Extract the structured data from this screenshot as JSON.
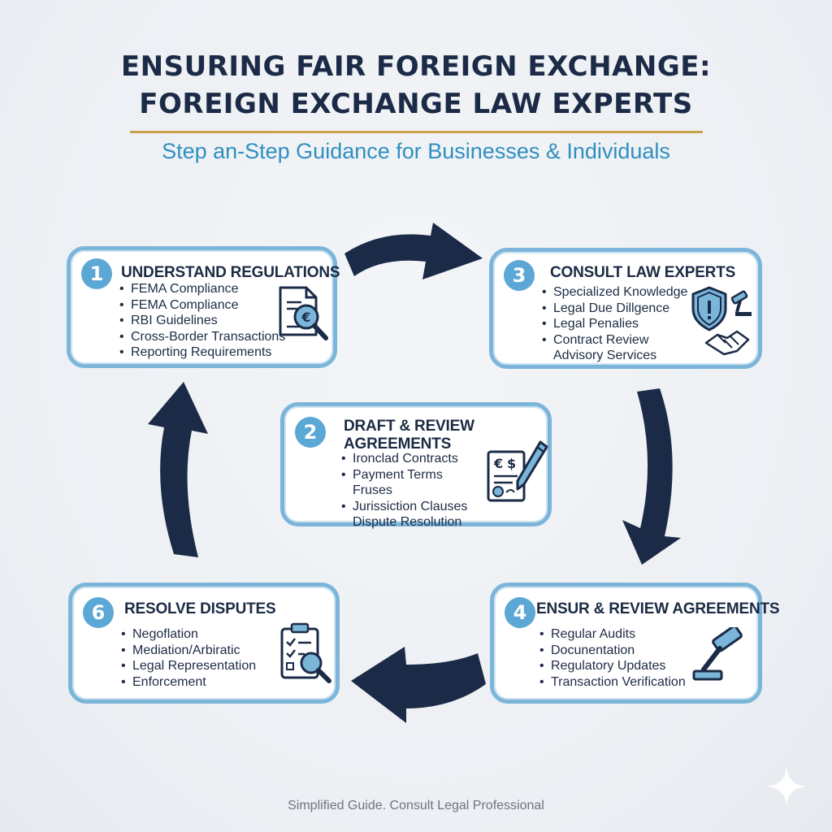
{
  "header": {
    "title_line1": "ENSURING FAIR FOREIGN EXCHANGE:",
    "title_line2": "FOREIGN EXCHANGE LAW EXPERTS",
    "subtitle": "Step an-Step Guidance for Businesses & Individuals"
  },
  "colors": {
    "navy": "#1b2b47",
    "card_border": "#7bb5da",
    "badge": "#5ba7d5",
    "gold_rule": "#c9a24a",
    "subtitle": "#2f8fbf"
  },
  "steps": [
    {
      "number": "1",
      "title": "UNDERSTAND REGULATIONS",
      "icon": "document-search-icon",
      "items": [
        "FEMA Compliance",
        "FEMA Compliance",
        "RBI Guidelines",
        "Cross-Border Transactions",
        "Reporting Requirements"
      ]
    },
    {
      "number": "2",
      "title": "DRAFT & REVIEW AGREEMENTS",
      "icon": "contract-pen-icon",
      "items": [
        "Ironclad Contracts",
        "Payment Terms",
        "Fruses",
        "Jurissiction Clauses",
        "Dispute Resolution"
      ]
    },
    {
      "number": "3",
      "title": "CONSULT LAW EXPERTS",
      "icon": "shield-gavel-handshake-icon",
      "items": [
        "Specialized Knowledge",
        "Legal Due Dillgence",
        "Legal Penalies",
        "Contract Review",
        "Advisory Services"
      ]
    },
    {
      "number": "4",
      "title": "ENSUR & REVIEW AGREEMENTS",
      "icon": "gavel-icon",
      "items": [
        "Regular Audits",
        "Docunentation",
        "Regulatory Updates",
        "Transaction Verification"
      ]
    },
    {
      "number": "6",
      "title": "RESOLVE DISPUTES",
      "icon": "clipboard-search-icon",
      "items": [
        "Negoflation",
        "Mediation/Arbiratic",
        "Legal Representation",
        "Enforcement"
      ]
    }
  ],
  "footer": "Simplified Guide. Consult Legal Professional"
}
